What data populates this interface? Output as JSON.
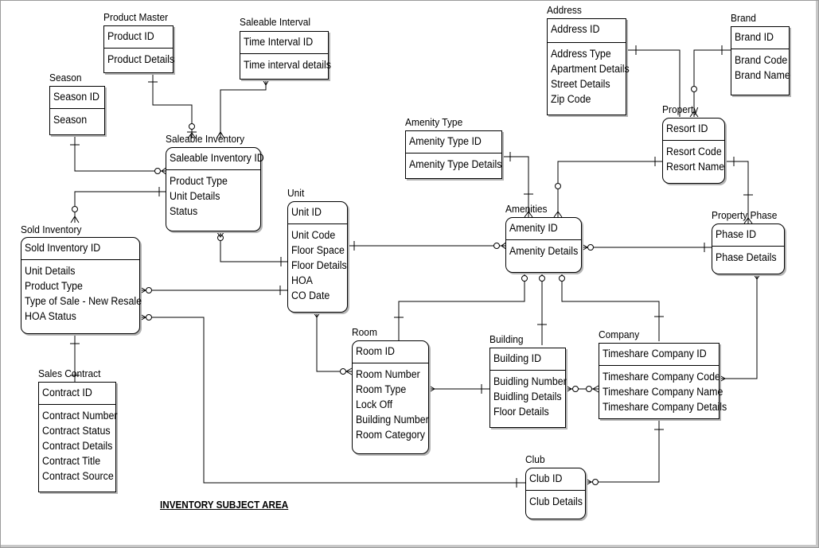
{
  "diagram": {
    "caption": "INVENTORY SUBJECT AREA",
    "entities": {
      "product_master": {
        "name": "Product Master",
        "key": "Product ID",
        "attributes": [
          "Product Details"
        ]
      },
      "saleable_interval": {
        "name": "Saleable Interval",
        "key": "Time Interval ID",
        "attributes": [
          "Time interval details"
        ]
      },
      "season": {
        "name": "Season",
        "key": "Season ID",
        "attributes": [
          "Season"
        ]
      },
      "saleable_inventory": {
        "name": "Saleable Inventory",
        "key": "Saleable Inventory ID",
        "attributes": [
          "Product Type",
          "Unit Details",
          "Status"
        ]
      },
      "sold_inventory": {
        "name": "Sold Inventory",
        "key": "Sold Inventory ID",
        "attributes": [
          "Unit Details",
          "Product Type",
          "Type of Sale - New Resale",
          "HOA Status"
        ]
      },
      "sales_contract": {
        "name": "Sales Contract",
        "key": "Contract ID",
        "attributes": [
          "Contract Number",
          "Contract Status",
          "Contract Details",
          "Contract Title",
          "Contract Source"
        ]
      },
      "unit": {
        "name": "Unit",
        "key": "Unit ID",
        "attributes": [
          "Unit Code",
          "Floor Space",
          "Floor Details",
          "HOA",
          "CO Date"
        ]
      },
      "room": {
        "name": "Room",
        "key": "Room ID",
        "attributes": [
          "Room Number",
          "Room Type",
          "Lock Off",
          "Building Number",
          "Room Category"
        ]
      },
      "building": {
        "name": "Building",
        "key": "Building ID",
        "attributes": [
          "Buidling Number",
          "Buidling Details",
          "Floor Details"
        ]
      },
      "company": {
        "name": "Company",
        "key": "Timeshare Company ID",
        "attributes": [
          "Timeshare Company Code",
          "Timeshare Company Name",
          "Timeshare Company Details"
        ]
      },
      "club": {
        "name": "Club",
        "key": "Club ID",
        "attributes": [
          "Club Details"
        ]
      },
      "amenity_type": {
        "name": "Amenity Type",
        "key": "Amenity Type ID",
        "attributes": [
          "Amenity Type Details"
        ]
      },
      "amenities": {
        "name": "Amenities",
        "key": "Amenity ID",
        "attributes": [
          "Amenity Details"
        ]
      },
      "address": {
        "name": "Address",
        "key": "Address ID",
        "attributes": [
          "Address Type",
          "Apartment Details",
          "Street Details",
          "Zip Code"
        ]
      },
      "brand": {
        "name": "Brand",
        "key": "Brand ID",
        "attributes": [
          "Brand Code",
          "Brand Name"
        ]
      },
      "property": {
        "name": "Property",
        "key": "Resort ID",
        "attributes": [
          "Resort Code",
          "Resort Name"
        ]
      },
      "property_phase": {
        "name": "Property Phase",
        "key": "Phase ID",
        "attributes": [
          "Phase Details"
        ]
      }
    }
  }
}
